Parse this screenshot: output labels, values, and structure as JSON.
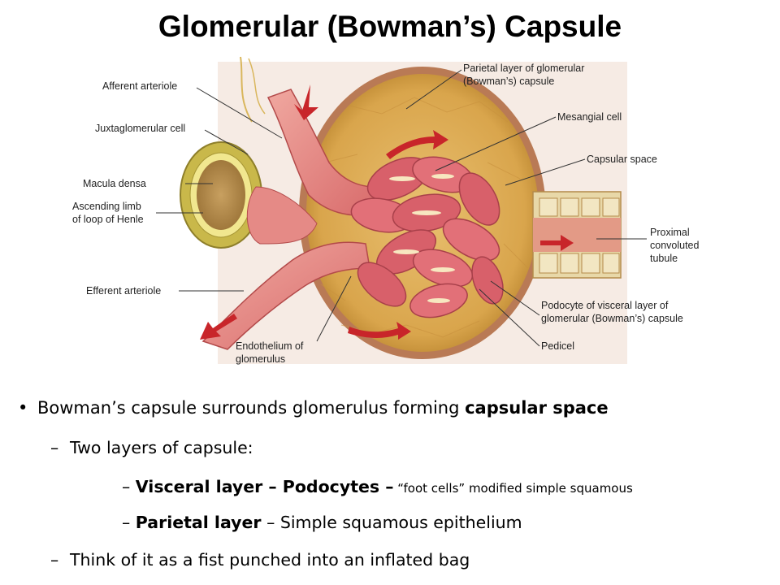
{
  "title": "Glomerular (Bowman’s) Capsule",
  "labels": {
    "afferent": "Afferent arteriole",
    "juxta": "Juxtaglomerular cell",
    "macula": "Macula densa",
    "ascending_1": "Ascending limb",
    "ascending_2": "of loop of Henle",
    "efferent": "Efferent arteriole",
    "endothelium_1": "Endothelium of",
    "endothelium_2": "glomerulus",
    "parietal_1": "Parietal layer of glomerular",
    "parietal_2": "(Bowman’s) capsule",
    "mesangial": "Mesangial cell",
    "capsular_space": "Capsular space",
    "proximal_1": "Proximal",
    "proximal_2": "convoluted",
    "proximal_3": "tubule",
    "podocyte_1": "Podocyte of visceral layer of",
    "podocyte_2": "glomerular (Bowman’s) capsule",
    "pedicel": "Pedicel"
  },
  "bullets": {
    "b1_pre": "Bowman’s capsule surrounds glomerulus forming ",
    "b1_bold": "capsular space",
    "b2": "Two layers of capsule:",
    "b3_dash": "–",
    "b3_bold": "Visceral layer – Podocytes –",
    "b3_small": " “foot cells” modified simple squamous",
    "b4_dash": "–",
    "b4_bold": "Parietal layer",
    "b4_rest": " – Simple squamous epithelium",
    "b5": "Think of it as a fist punched into an inflated bag",
    "bullet_char": "•",
    "dash_char": "–"
  }
}
